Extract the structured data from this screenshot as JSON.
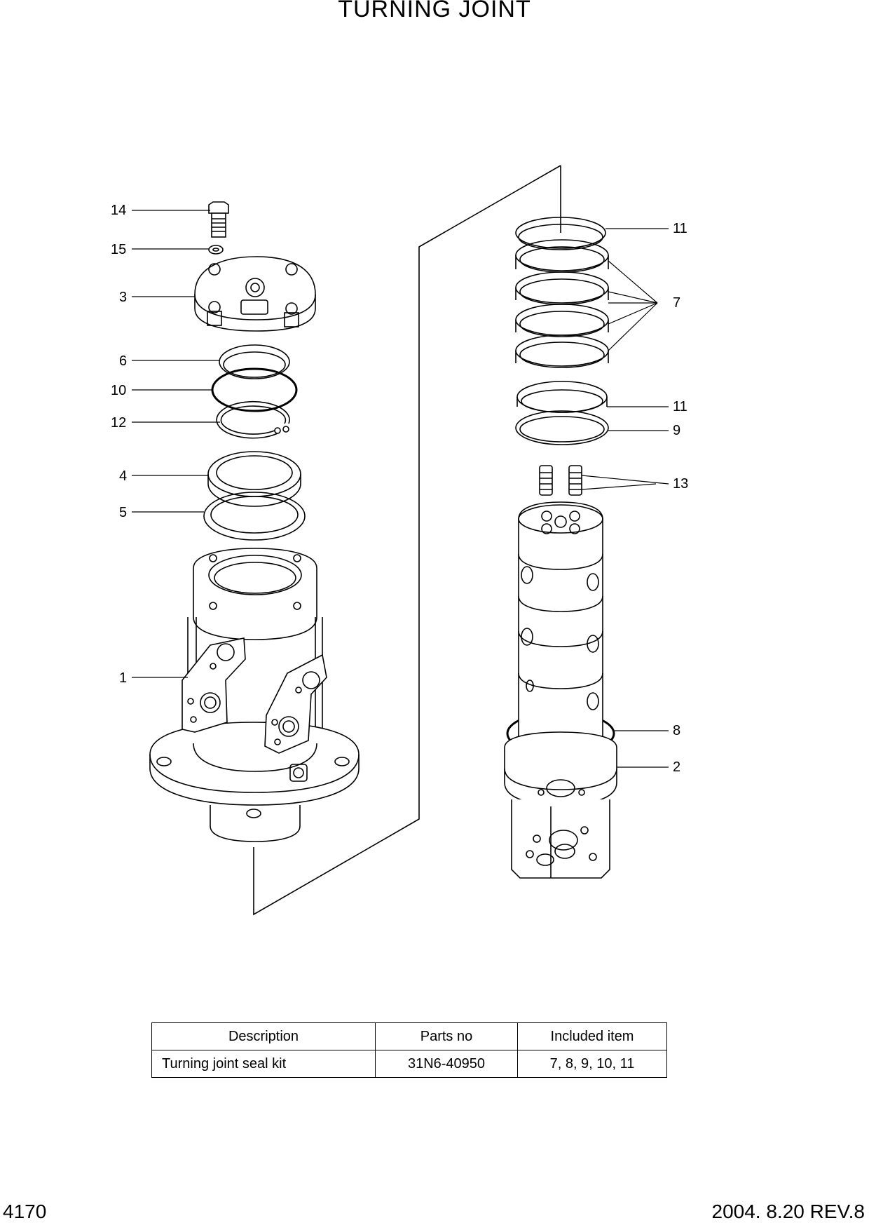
{
  "page": {
    "title": "TURNING JOINT",
    "page_number": "4170",
    "revision": "2004. 8.20  REV.8"
  },
  "callouts": [
    {
      "id": "c14",
      "label": "14"
    },
    {
      "id": "c15",
      "label": "15"
    },
    {
      "id": "c3",
      "label": "3"
    },
    {
      "id": "c6",
      "label": "6"
    },
    {
      "id": "c10",
      "label": "10"
    },
    {
      "id": "c12",
      "label": "12"
    },
    {
      "id": "c4",
      "label": "4"
    },
    {
      "id": "c5",
      "label": "5"
    },
    {
      "id": "c1",
      "label": "1"
    },
    {
      "id": "c11a",
      "label": "11"
    },
    {
      "id": "c7",
      "label": "7"
    },
    {
      "id": "c11b",
      "label": "11"
    },
    {
      "id": "c9",
      "label": "9"
    },
    {
      "id": "c13",
      "label": "13"
    },
    {
      "id": "c8",
      "label": "8"
    },
    {
      "id": "c2",
      "label": "2"
    }
  ],
  "kit_table": {
    "headers": [
      "Description",
      "Parts no",
      "Included item"
    ],
    "rows": [
      [
        "Turning joint seal kit",
        "31N6-40950",
        "7, 8, 9, 10, 11"
      ]
    ]
  }
}
